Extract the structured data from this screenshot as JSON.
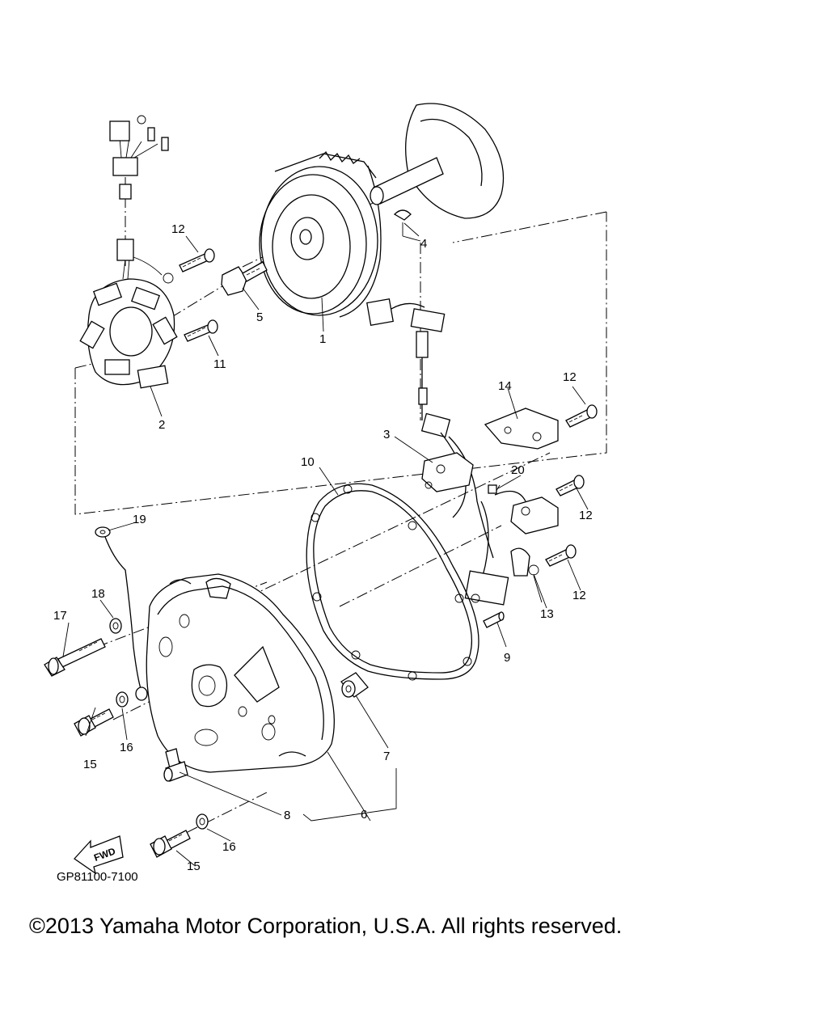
{
  "diagram": {
    "drawing_code": "GP81100-7100",
    "direction_arrow_label": "FWD",
    "callouts": [
      {
        "id": "c1",
        "label": "1"
      },
      {
        "id": "c2",
        "label": "2"
      },
      {
        "id": "c3",
        "label": "3"
      },
      {
        "id": "c4",
        "label": "4"
      },
      {
        "id": "c5",
        "label": "5"
      },
      {
        "id": "c6",
        "label": "6"
      },
      {
        "id": "c7",
        "label": "7"
      },
      {
        "id": "c8",
        "label": "8"
      },
      {
        "id": "c9",
        "label": "9"
      },
      {
        "id": "c10",
        "label": "10"
      },
      {
        "id": "c11",
        "label": "11"
      },
      {
        "id": "c12a",
        "label": "12"
      },
      {
        "id": "c12b",
        "label": "12"
      },
      {
        "id": "c12c",
        "label": "12"
      },
      {
        "id": "c12d",
        "label": "12"
      },
      {
        "id": "c13",
        "label": "13"
      },
      {
        "id": "c14",
        "label": "14"
      },
      {
        "id": "c15a",
        "label": "15"
      },
      {
        "id": "c15b",
        "label": "15"
      },
      {
        "id": "c16a",
        "label": "16"
      },
      {
        "id": "c16b",
        "label": "16"
      },
      {
        "id": "c17",
        "label": "17"
      },
      {
        "id": "c18",
        "label": "18"
      },
      {
        "id": "c19",
        "label": "19"
      },
      {
        "id": "c20",
        "label": "20"
      }
    ]
  },
  "footer": {
    "copyright": "©2013 Yamaha Motor Corporation, U.S.A. All rights reserved."
  }
}
